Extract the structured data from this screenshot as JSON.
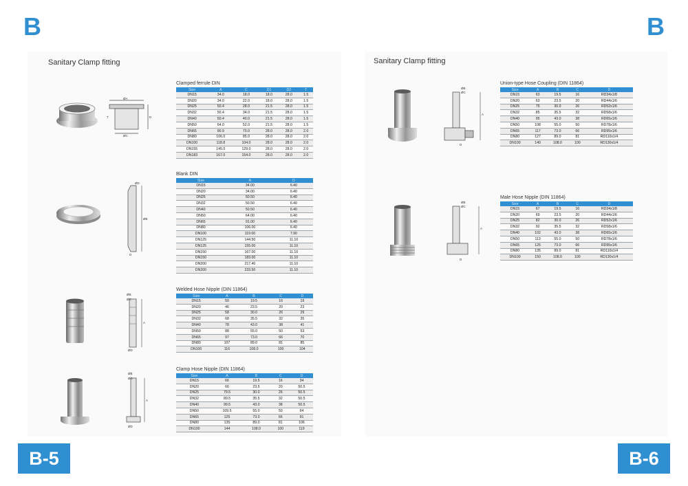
{
  "pages": [
    {
      "letter": "B",
      "number": "B-5",
      "heading": "Sanitary Clamp fitting"
    },
    {
      "letter": "B",
      "number": "B-6",
      "heading": "Sanitary Clamp fitting"
    }
  ],
  "tables": [
    {
      "title": "Clamped ferrule DIN",
      "headers": [
        "Size",
        "A",
        "C",
        "D1",
        "D2",
        "T"
      ],
      "rows": [
        [
          "DN15",
          "34.0",
          "18.0",
          "18.0",
          "28.0",
          "1.5"
        ],
        [
          "DN20",
          "34.0",
          "22.0",
          "18.0",
          "28.0",
          "1.5"
        ],
        [
          "DN25",
          "50.4",
          "28.0",
          "21.5",
          "28.0",
          "1.5"
        ],
        [
          "DN32",
          "50.4",
          "34.0",
          "21.5",
          "28.0",
          "1.5"
        ],
        [
          "DN40",
          "50.4",
          "40.0",
          "21.5",
          "28.0",
          "1.5"
        ],
        [
          "DN50",
          "64.0",
          "52.0",
          "21.5",
          "28.0",
          "1.5"
        ],
        [
          "DN65",
          "90.9",
          "70.0",
          "28.0",
          "28.0",
          "2.0"
        ],
        [
          "DN80",
          "106.0",
          "85.0",
          "28.0",
          "28.0",
          "2.0"
        ],
        [
          "DN100",
          "118.8",
          "104.0",
          "28.0",
          "28.0",
          "2.0"
        ],
        [
          "DN155",
          "145.0",
          "129.0",
          "28.0",
          "28.0",
          "2.0"
        ],
        [
          "DN183",
          "167.0",
          "154.0",
          "28.0",
          "28.0",
          "2.0"
        ]
      ]
    },
    {
      "title": "Blank  DIN",
      "headers": [
        "Size",
        "A",
        "D"
      ],
      "rows": [
        [
          "DN15",
          "34.00",
          "6.40"
        ],
        [
          "DN20",
          "34.00",
          "6.40"
        ],
        [
          "DN25",
          "50.50",
          "6.40"
        ],
        [
          "DN32",
          "50.50",
          "6.40"
        ],
        [
          "DN40",
          "50.50",
          "6.40"
        ],
        [
          "DN50",
          "64.00",
          "6.40"
        ],
        [
          "DN65",
          "91.00",
          "6.40"
        ],
        [
          "DN80",
          "106.00",
          "6.40"
        ],
        [
          "DN100",
          "119.00",
          "7.90"
        ],
        [
          "DN125",
          "144.50",
          "11.10"
        ],
        [
          "DN125",
          "155.00",
          "11.10"
        ],
        [
          "DN150",
          "167.00",
          "11.10"
        ],
        [
          "DN150",
          "183.00",
          "11.10"
        ],
        [
          "DN200",
          "217.40",
          "11.10"
        ],
        [
          "DN200",
          "233.50",
          "11.10"
        ]
      ]
    },
    {
      "title": "Welded Hose Nipple (DIN 11864)",
      "headers": [
        "Size",
        "A",
        "B",
        "C",
        "D"
      ],
      "rows": [
        [
          "DN15",
          "50",
          "19.5",
          "16",
          "19"
        ],
        [
          "DN20",
          "46",
          "23.5",
          "20",
          "23"
        ],
        [
          "DN25",
          "58",
          "30.0",
          "26",
          "29"
        ],
        [
          "DN32",
          "68",
          "35.5",
          "32",
          "35"
        ],
        [
          "DN40",
          "78",
          "43.0",
          "38",
          "41"
        ],
        [
          "DN50",
          "88",
          "55.0",
          "50",
          "53"
        ],
        [
          "DN65",
          "97",
          "73.0",
          "66",
          "70"
        ],
        [
          "DN80",
          "107",
          "89.0",
          "81",
          "85"
        ],
        [
          "DN100",
          "116",
          "108.0",
          "100",
          "104"
        ]
      ]
    },
    {
      "title": "Clamp Hose Nipple (DIN 11864)",
      "headers": [
        "Size",
        "A",
        "B",
        "C",
        "D"
      ],
      "rows": [
        [
          "DN15",
          "66",
          "19.5",
          "16",
          "34"
        ],
        [
          "DN20",
          "66",
          "23.5",
          "20",
          "50.5"
        ],
        [
          "DN25",
          "79.5",
          "30.0",
          "26",
          "50.5"
        ],
        [
          "DN32",
          "89.5",
          "35.5",
          "32",
          "50.5"
        ],
        [
          "DN40",
          "99.5",
          "43.0",
          "38",
          "50.5"
        ],
        [
          "DN50",
          "109.5",
          "55.0",
          "50",
          "64"
        ],
        [
          "DN65",
          "125",
          "73.0",
          "66",
          "91"
        ],
        [
          "DN80",
          "135",
          "89.0",
          "81",
          "106"
        ],
        [
          "DN100",
          "144",
          "108.0",
          "100",
          "119"
        ]
      ]
    },
    {
      "title": "Union-type Hose Coupling (DIN 11864)",
      "headers": [
        "Size",
        "A",
        "B",
        "C",
        "D"
      ],
      "rows": [
        [
          "DN15",
          "63",
          "19.5",
          "16",
          "RD34x1/8"
        ],
        [
          "DN20",
          "63",
          "23.5",
          "20",
          "RD44x1/6"
        ],
        [
          "DN25",
          "75",
          "30.0",
          "26",
          "RD52x1/6"
        ],
        [
          "DN32",
          "85",
          "35.5",
          "32",
          "RD58x1/6"
        ],
        [
          "DN40",
          "95",
          "43.0",
          "38",
          "RD65x1/6"
        ],
        [
          "DN50",
          "108",
          "55.0",
          "50",
          "RD78x1/6"
        ],
        [
          "DN65",
          "117",
          "73.0",
          "66",
          "RD95x1/6"
        ],
        [
          "DN80",
          "127",
          "89.0",
          "81",
          "RD110x1/4"
        ],
        [
          "DN100",
          "140",
          "108.0",
          "100",
          "RD130x1/4"
        ]
      ]
    },
    {
      "title": "Male Hose Nipple (DIN 11864)",
      "headers": [
        "Size",
        "A",
        "B",
        "C",
        "D"
      ],
      "rows": [
        [
          "DN15",
          "67",
          "19.5",
          "16",
          "RD34x1/8"
        ],
        [
          "DN20",
          "69",
          "23.5",
          "20",
          "RD44x1/6"
        ],
        [
          "DN25",
          "82",
          "30.0",
          "26",
          "RD52x1/6"
        ],
        [
          "DN32",
          "92",
          "35.5",
          "32",
          "RD58x1/6"
        ],
        [
          "DN40",
          "102",
          "43.0",
          "38",
          "RD65x1/6"
        ],
        [
          "DN50",
          "113",
          "55.0",
          "50",
          "RD78x1/6"
        ],
        [
          "DN65",
          "125",
          "73.0",
          "66",
          "RD95x1/6"
        ],
        [
          "DN80",
          "135",
          "89.0",
          "81",
          "RD110x1/4"
        ],
        [
          "DN100",
          "150",
          "108.0",
          "100",
          "RD130x1/4"
        ]
      ]
    }
  ],
  "drawing_labels": {
    "ferrule": [
      "ØA",
      "T",
      "D",
      "ØC"
    ],
    "blank": [
      "ØD",
      "ØB",
      "D"
    ],
    "welded": [
      "ØB",
      "ØC",
      "A",
      "ØD"
    ],
    "clamp": [
      "ØB",
      "ØC",
      "A",
      "ØD"
    ],
    "union": [
      "ØB",
      "ØC",
      "A",
      "D"
    ],
    "male": [
      "ØB",
      "ØC",
      "A",
      "D"
    ]
  },
  "colors": {
    "accent": "#2f8fd0"
  }
}
